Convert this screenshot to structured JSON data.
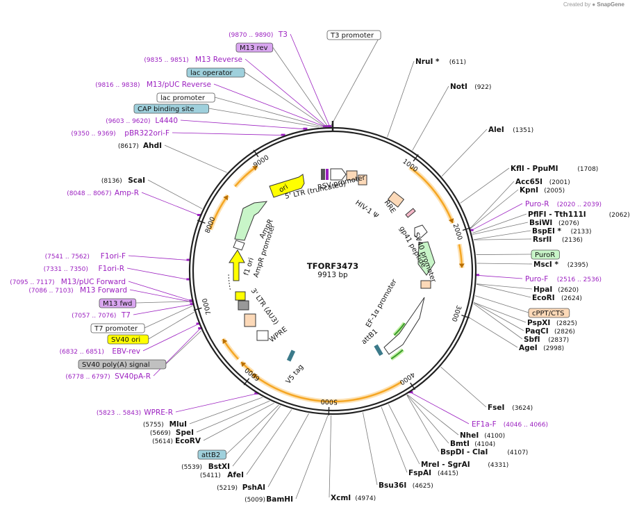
{
  "app": {
    "credit_prefix": "Created by",
    "brand": "SnapGene",
    "logo_icon": "snapgene-logo-icon"
  },
  "map": {
    "title": "TFORF3473",
    "length_label": "9913 bp",
    "length": 9913,
    "tick_labels": [
      "1000",
      "2000",
      "3000",
      "4000",
      "5000",
      "6000",
      "7000",
      "8000",
      "9000"
    ]
  },
  "enzymes_right": [
    {
      "name": "NruI *",
      "pos": "(611)",
      "bp": 611
    },
    {
      "name": "NotI",
      "pos": "(922)",
      "bp": 922
    },
    {
      "name": "AleI",
      "pos": "(1351)",
      "bp": 1351
    },
    {
      "name": "KflI  - PpuMI",
      "pos": "(1708)",
      "bp": 1708
    },
    {
      "name": "Acc65I",
      "pos": "(2001)",
      "bp": 2001
    },
    {
      "name": "KpnI",
      "pos": "(2005)",
      "bp": 2005
    },
    {
      "name": "PflFI  - Tth111I",
      "pos": "(2062)",
      "bp": 2062
    },
    {
      "name": "BsiWI",
      "pos": "(2076)",
      "bp": 2076
    },
    {
      "name": "BspEI *",
      "pos": "(2133)",
      "bp": 2133
    },
    {
      "name": "RsrII",
      "pos": "(2136)",
      "bp": 2136
    },
    {
      "name": "MscI *",
      "pos": "(2395)",
      "bp": 2395
    },
    {
      "name": "HpaI",
      "pos": "(2620)",
      "bp": 2620
    },
    {
      "name": "EcoRI",
      "pos": "(2624)",
      "bp": 2624
    },
    {
      "name": "PspXI",
      "pos": "(2825)",
      "bp": 2825
    },
    {
      "name": "PaqCI",
      "pos": "(2826)",
      "bp": 2826
    },
    {
      "name": "SbfI",
      "pos": "(2837)",
      "bp": 2837
    },
    {
      "name": "AgeI",
      "pos": "(2998)",
      "bp": 2998
    },
    {
      "name": "FseI",
      "pos": "(3624)",
      "bp": 3624
    },
    {
      "name": "NheI",
      "pos": "(4100)",
      "bp": 4100
    },
    {
      "name": "BmtI",
      "pos": "(4104)",
      "bp": 4104
    },
    {
      "name": "BspDI  - ClaI",
      "pos": "(4107)",
      "bp": 4107
    },
    {
      "name": "MreI  - SgrAI",
      "pos": "(4331)",
      "bp": 4331
    },
    {
      "name": "FspAI",
      "pos": "(4415)",
      "bp": 4415
    },
    {
      "name": "Bsu36I",
      "pos": "(4625)",
      "bp": 4625
    },
    {
      "name": "XcmI",
      "pos": "(4974)",
      "bp": 4974
    }
  ],
  "enzymes_left": [
    {
      "name": "AhdI",
      "pos": "(8617)",
      "bp": 8617
    },
    {
      "name": "ScaI",
      "pos": "(8136)",
      "bp": 8136
    },
    {
      "name": "MluI",
      "pos": "(5755)",
      "bp": 5755
    },
    {
      "name": "SpeI",
      "pos": "(5669)",
      "bp": 5669
    },
    {
      "name": "EcoRV",
      "pos": "(5614)",
      "bp": 5614
    },
    {
      "name": "BstXI",
      "pos": "(5539)",
      "bp": 5539
    },
    {
      "name": "AfeI",
      "pos": "(5411)",
      "bp": 5411
    },
    {
      "name": "PshAI",
      "pos": "(5219)",
      "bp": 5219
    },
    {
      "name": "BamHI",
      "pos": "(5009)",
      "bp": 5009
    }
  ],
  "primers": [
    {
      "name": "T3",
      "range": "(9870 .. 9890)",
      "bp": 9880
    },
    {
      "name": "M13 Reverse",
      "range": "(9835 .. 9851)",
      "bp": 9843
    },
    {
      "name": "M13/pUC Reverse",
      "range": "(9816 .. 9838)",
      "bp": 9827
    },
    {
      "name": "L4440",
      "range": "(9603 .. 9620)",
      "bp": 9611
    },
    {
      "name": "pBR322ori-F",
      "range": "(9350 .. 9369)",
      "bp": 9360
    },
    {
      "name": "Amp-R",
      "range": "(8048 .. 8067)",
      "bp": 8058
    },
    {
      "name": "F1ori-F",
      "range": "(7541 .. 7562)",
      "bp": 7552
    },
    {
      "name": "F1ori-R",
      "range": "(7331 .. 7350)",
      "bp": 7340
    },
    {
      "name": "M13/pUC Forward",
      "range": "(7095 .. 7117)",
      "bp": 7106
    },
    {
      "name": "M13 Forward",
      "range": "(7086 .. 7103)",
      "bp": 7095
    },
    {
      "name": "T7",
      "range": "(7057 .. 7076)",
      "bp": 7066
    },
    {
      "name": "EBV-rev",
      "range": "(6832 .. 6851)",
      "bp": 6841
    },
    {
      "name": "SV40pA-R",
      "range": "(6778 .. 6797)",
      "bp": 6787
    },
    {
      "name": "WPRE-R",
      "range": "(5823 .. 5843)",
      "bp": 5833
    },
    {
      "name": "Puro-R",
      "range": "(2020 .. 2039)",
      "bp": 2030
    },
    {
      "name": "Puro-F",
      "range": "(2516 .. 2536)",
      "bp": 2526
    },
    {
      "name": "EF1a-F",
      "range": "(4046 .. 4066)",
      "bp": 4056
    }
  ],
  "boxed_features": [
    {
      "name": "T3 promoter",
      "fill": "#ffffff",
      "bp": 9890
    },
    {
      "name": "M13 rev",
      "fill": "#d9a6f0",
      "bp": 9860
    },
    {
      "name": "lac operator",
      "fill": "#9fd0dc",
      "bp": 9830
    },
    {
      "name": "lac promoter",
      "fill": "#ffffff",
      "bp": 9800
    },
    {
      "name": "CAP binding site",
      "fill": "#9fd0dc",
      "bp": 9760
    },
    {
      "name": "PuroR",
      "fill": "#c8f5c8",
      "bp": 2300
    },
    {
      "name": "cPPT/CTS",
      "fill": "#fcd9b8",
      "bp": 2750
    },
    {
      "name": "M13 fwd",
      "fill": "#d9a6f0",
      "bp": 7100
    },
    {
      "name": "T7 promoter",
      "fill": "#ffffff",
      "bp": 7050
    },
    {
      "name": "SV40 ori",
      "fill": "#ffff00",
      "bp": 6980
    },
    {
      "name": "SV40 poly(A) signal",
      "fill": "#c0c0c0",
      "bp": 6760
    },
    {
      "name": "attB2",
      "fill": "#9fd0dc",
      "bp": 5560
    }
  ],
  "inner_labels": [
    "RSV promoter",
    "5' LTR (truncated)",
    "HIV-1 Ψ",
    "RRE",
    "gp41 peptide",
    "SV40 promoter",
    "EF-1α promoter",
    "attB1",
    "V5 tag",
    "WPRE",
    "3' LTR (ΔU3)",
    "AmpR promoter",
    "f1 ori",
    "AmpR",
    "ori"
  ],
  "colors": {
    "primer": "#9b1fc0",
    "orf_arc": "#f5a623",
    "orf_highlight": "#fde2b4",
    "backbone": "#222222",
    "ori_yellow": "#ffff00",
    "amp_green": "#c8f5c8",
    "ltr_orange": "#fcd9b8",
    "attb_blue": "#3b7a8a",
    "line_grey": "#777777"
  }
}
